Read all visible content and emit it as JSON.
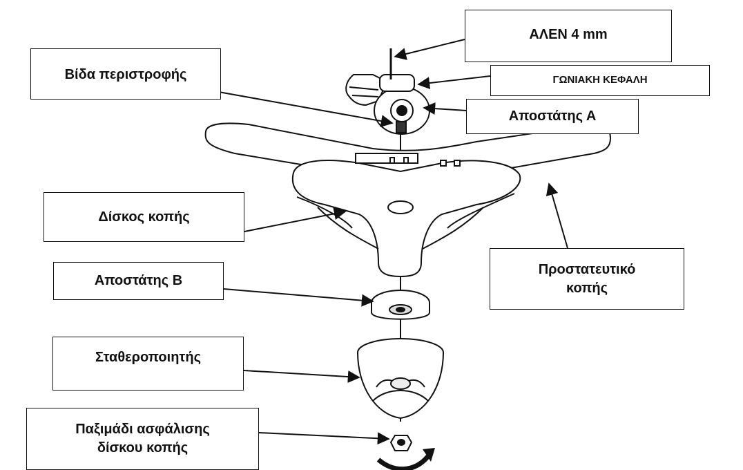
{
  "labels": {
    "allen": "ΑΛΕΝ 4 mm",
    "angle_head": "ΓΩΝΙΑΚΗ ΚΕΦΑΛΗ",
    "rotation_bolt": "Βίδα περιστροφής",
    "spacer_a": "Αποστάτης Α",
    "cutting_disc": "Δίσκος κοπής",
    "spacer_b": "Αποστάτης Β",
    "cutting_guard": "Προστατευτικό\nκοπής",
    "stabilizer": "Σταθεροποιητής",
    "lock_nut": "Παξιμάδι ασφάλισης\nδίσκου κοπής"
  },
  "colors": {
    "line": "#111111",
    "background": "#ffffff"
  },
  "icons": [
    "rotation-arrow-icon"
  ]
}
